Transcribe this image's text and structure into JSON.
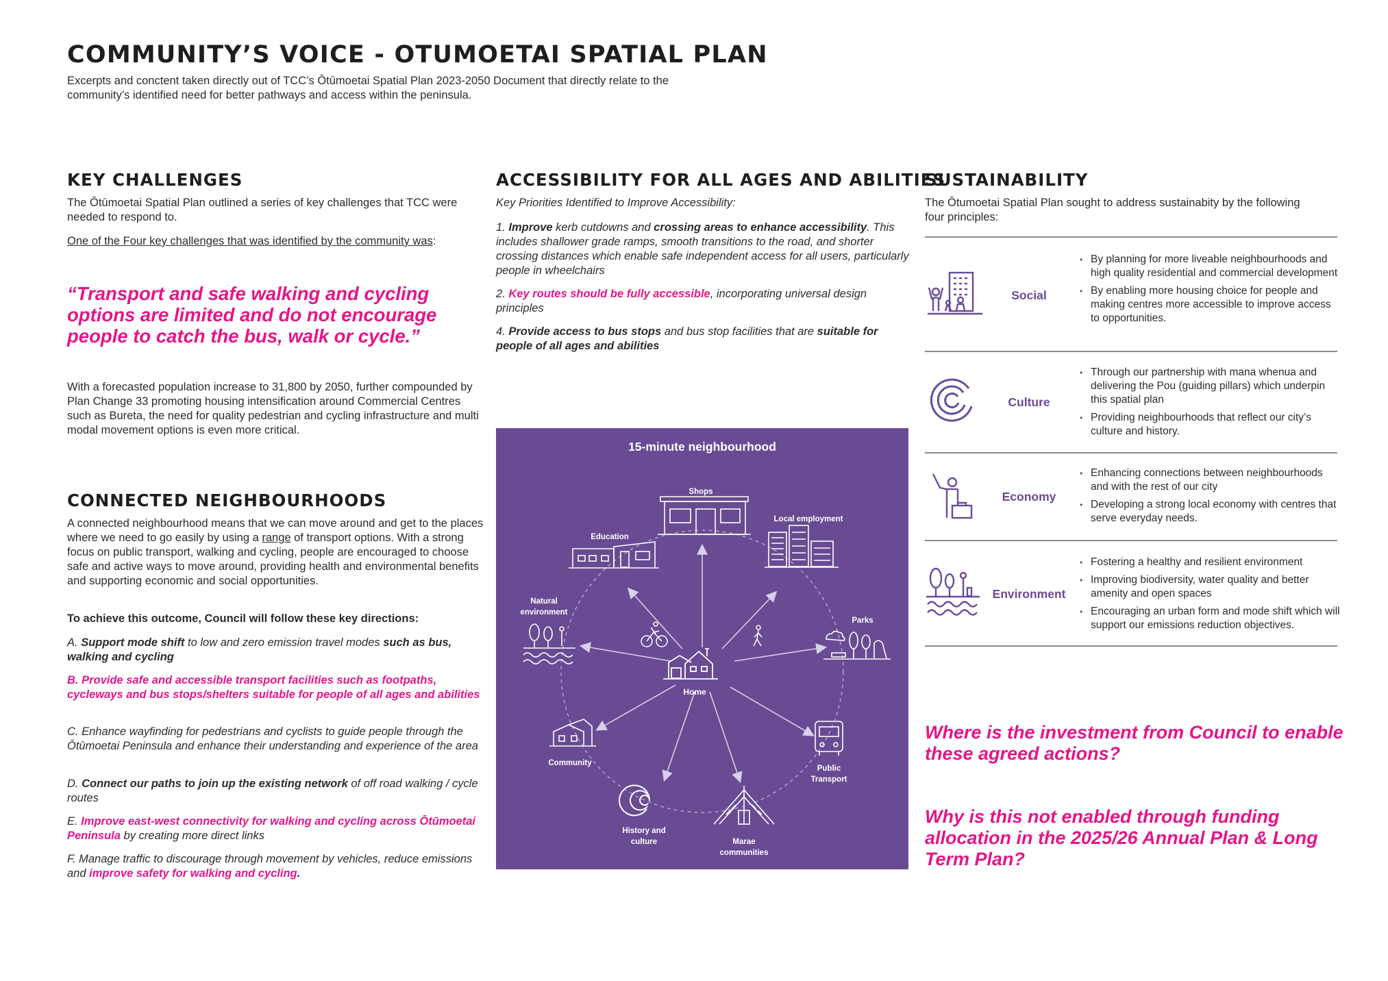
{
  "header": {
    "title": "COMMUNITY’S VOICE - OTUMOETAI SPATIAL PLAN",
    "intro": "Excerpts and conctent taken directly out of TCC’s Ōtūmoetai Spatial Plan 2023-2050 Document that directly relate to the community’s identified need for better pathways and access within the peninsula."
  },
  "key_challenges": {
    "heading": "KEY CHALLENGES",
    "intro": "The Ōtūmoetai Spatial Plan outlined a series of key challenges that TCC were needed to respond to.",
    "identified": "One of the Four key challenges that was identified by the community was",
    "identified_colon": ":",
    "quote": "“Transport and safe walking and cycling options are limited and do not encourage people to catch the bus, walk or cycle.”",
    "forecast": "With a forecasted population increase to 31,800 by 2050, further compounded by Plan Change 33 promoting housing intensification around Commercial Centres such as Bureta, the need for quality pedestrian and cycling infrastructure and multi modal movement options is even more critical."
  },
  "connected": {
    "heading": "CONNECTED NEIGHBOURHOODS",
    "para_a": "A connected neighbourhood means that we can move around and get to the places where we need to go easily by using a ",
    "para_range": "range",
    "para_b": " of transport options. With a strong focus on public transport, walking and cycling, people are encouraged to choose safe and active ways to move around, providing health and environmental benefits and supporting economic and social opportunities.",
    "directions_intro": "To achieve this outcome, Council will follow these key directions:",
    "a_prefix": "A. ",
    "a_bold1": "Support mode shift",
    "a_mid": " to low and zero emission travel modes ",
    "a_bold2": "such as bus, walking and cycling",
    "b_text": "B. Provide safe and accessible transport facilities such as footpaths, cycleways and bus stops/shelters suitable for people of all ages and abilities",
    "c_text": "C. Enhance wayfinding for pedestrians and cyclists to guide people through the Ōtūmoetai Peninsula and enhance their understanding and experience of the area",
    "d_prefix": "D. ",
    "d_bold": "Connect our paths to join up the existing network",
    "d_rest": " of off road walking / cycle routes",
    "e_prefix": "E. ",
    "e_pink": "Improve east-west connectivity for walking and cycling across Ōtūmoetai Peninsula",
    "e_rest": " by creating more direct links",
    "f_text": "F. Manage traffic to discourage through movement by vehicles, reduce emissions and ",
    "f_pink": "improve safety for walking and cycling",
    "f_end": "."
  },
  "accessibility": {
    "heading": "ACCESSIBILITY FOR ALL AGES AND ABILITIES",
    "subheading": "Key Priorities Identified to Improve Accessibility:",
    "p1_num": "1. ",
    "p1_b1": "Improve",
    "p1_t1": " kerb cutdowns and ",
    "p1_b2": "crossing areas to enhance accessibility",
    "p1_t2": ". This includes shallower grade ramps, smooth transitions to the road, and shorter crossing distances which enable safe independent access for all users, particularly people in wheelchairs",
    "p2_num": "2. ",
    "p2_pink": "Key routes should be fully accessible",
    "p2_rest": ", incorporating universal design principles",
    "p4_num": "4. ",
    "p4_b1": "Provide access to bus stops",
    "p4_t1": " and bus stop facilities that are ",
    "p4_b2": "suitable for people of all ages and abilities"
  },
  "diagram": {
    "title": "15-minute neighbourhood",
    "center": "Home",
    "nodes": {
      "shops": "Shops",
      "local_employment": "Local employment",
      "education": "Education",
      "natural_1": "Natural",
      "natural_2": "environment",
      "parks": "Parks",
      "community": "Community",
      "public_1": "Public",
      "public_2": "Transport",
      "history_1": "History and",
      "history_2": "culture",
      "marae_1": "Marae",
      "marae_2": "communities"
    }
  },
  "sustainability": {
    "heading": "SUSTAINABILITY",
    "intro": "The Ōtumoetai Spatial Plan sought to address sustainabity by the following four principles:",
    "rows": [
      {
        "label": "Social",
        "bullets": [
          "By planning for more liveable neighbourhoods and high quality residential and commercial development",
          "By enabling more housing choice for people and making centres more accessible to improve access to opportunities."
        ]
      },
      {
        "label": "Culture",
        "bullets": [
          "Through our partnership with mana whenua and delivering the Pou (guiding pillars) which underpin this spatial plan",
          "Providing neighbourhoods that reflect our city’s culture and history."
        ]
      },
      {
        "label": "Economy",
        "bullets": [
          "Enhancing connections between neighbourhoods and with the rest of our city",
          "Developing a strong local economy with centres that serve everyday needs."
        ]
      },
      {
        "label": "Environment",
        "bullets": [
          "Fostering a healthy and resilient environment",
          "Improving biodiversity, water quality and better amenity and open spaces",
          "Encouraging an urban form and mode shift which will support our emissions reduction objectives."
        ]
      }
    ]
  },
  "questions": {
    "q1": "Where is the investment from Council to enable these agreed actions?",
    "q2": "Why is this not enabled through funding allocation in the 2025/26 Annual Plan & Long Term Plan?"
  },
  "colors": {
    "accent_pink": "#e3168a",
    "panel_purple": "#684b93",
    "icon_purple": "#6a4a99"
  }
}
